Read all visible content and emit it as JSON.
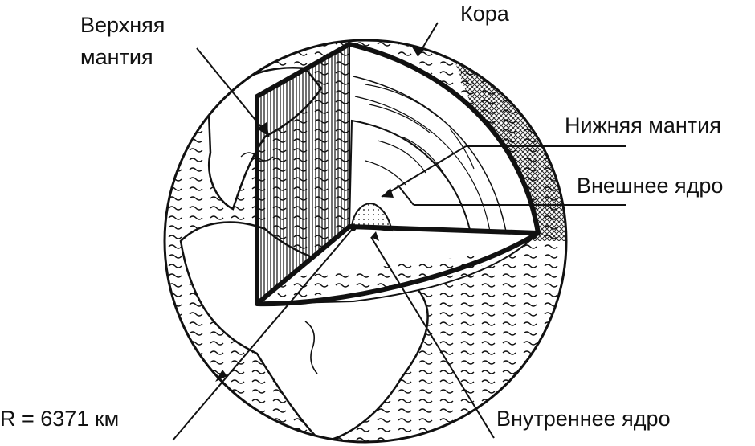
{
  "labels": {
    "crust": "Кора",
    "upper_mantle_line1": "Верхняя",
    "upper_mantle_line2": "мантия",
    "lower_mantle": "Нижняя мантия",
    "outer_core": "Внешнее ядро",
    "inner_core": "Внутреннее ядро",
    "radius": "R = 6371 км"
  },
  "colors": {
    "ink": "#111111",
    "background": "#ffffff"
  }
}
